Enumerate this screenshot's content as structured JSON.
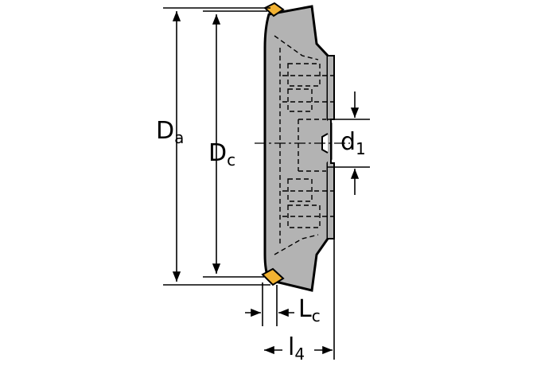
{
  "diagram": {
    "labels": {
      "da_main": "D",
      "da_sub": "a",
      "dc_main": "D",
      "dc_sub": "c",
      "d1_main": "d",
      "d1_sub": "1",
      "lc_main": "L",
      "lc_sub": "c",
      "l4_main": "l",
      "l4_sub": "4"
    },
    "colors": {
      "body_fill": "#b3b3b3",
      "insert_fill": "#f2b232",
      "line": "#000000"
    }
  }
}
